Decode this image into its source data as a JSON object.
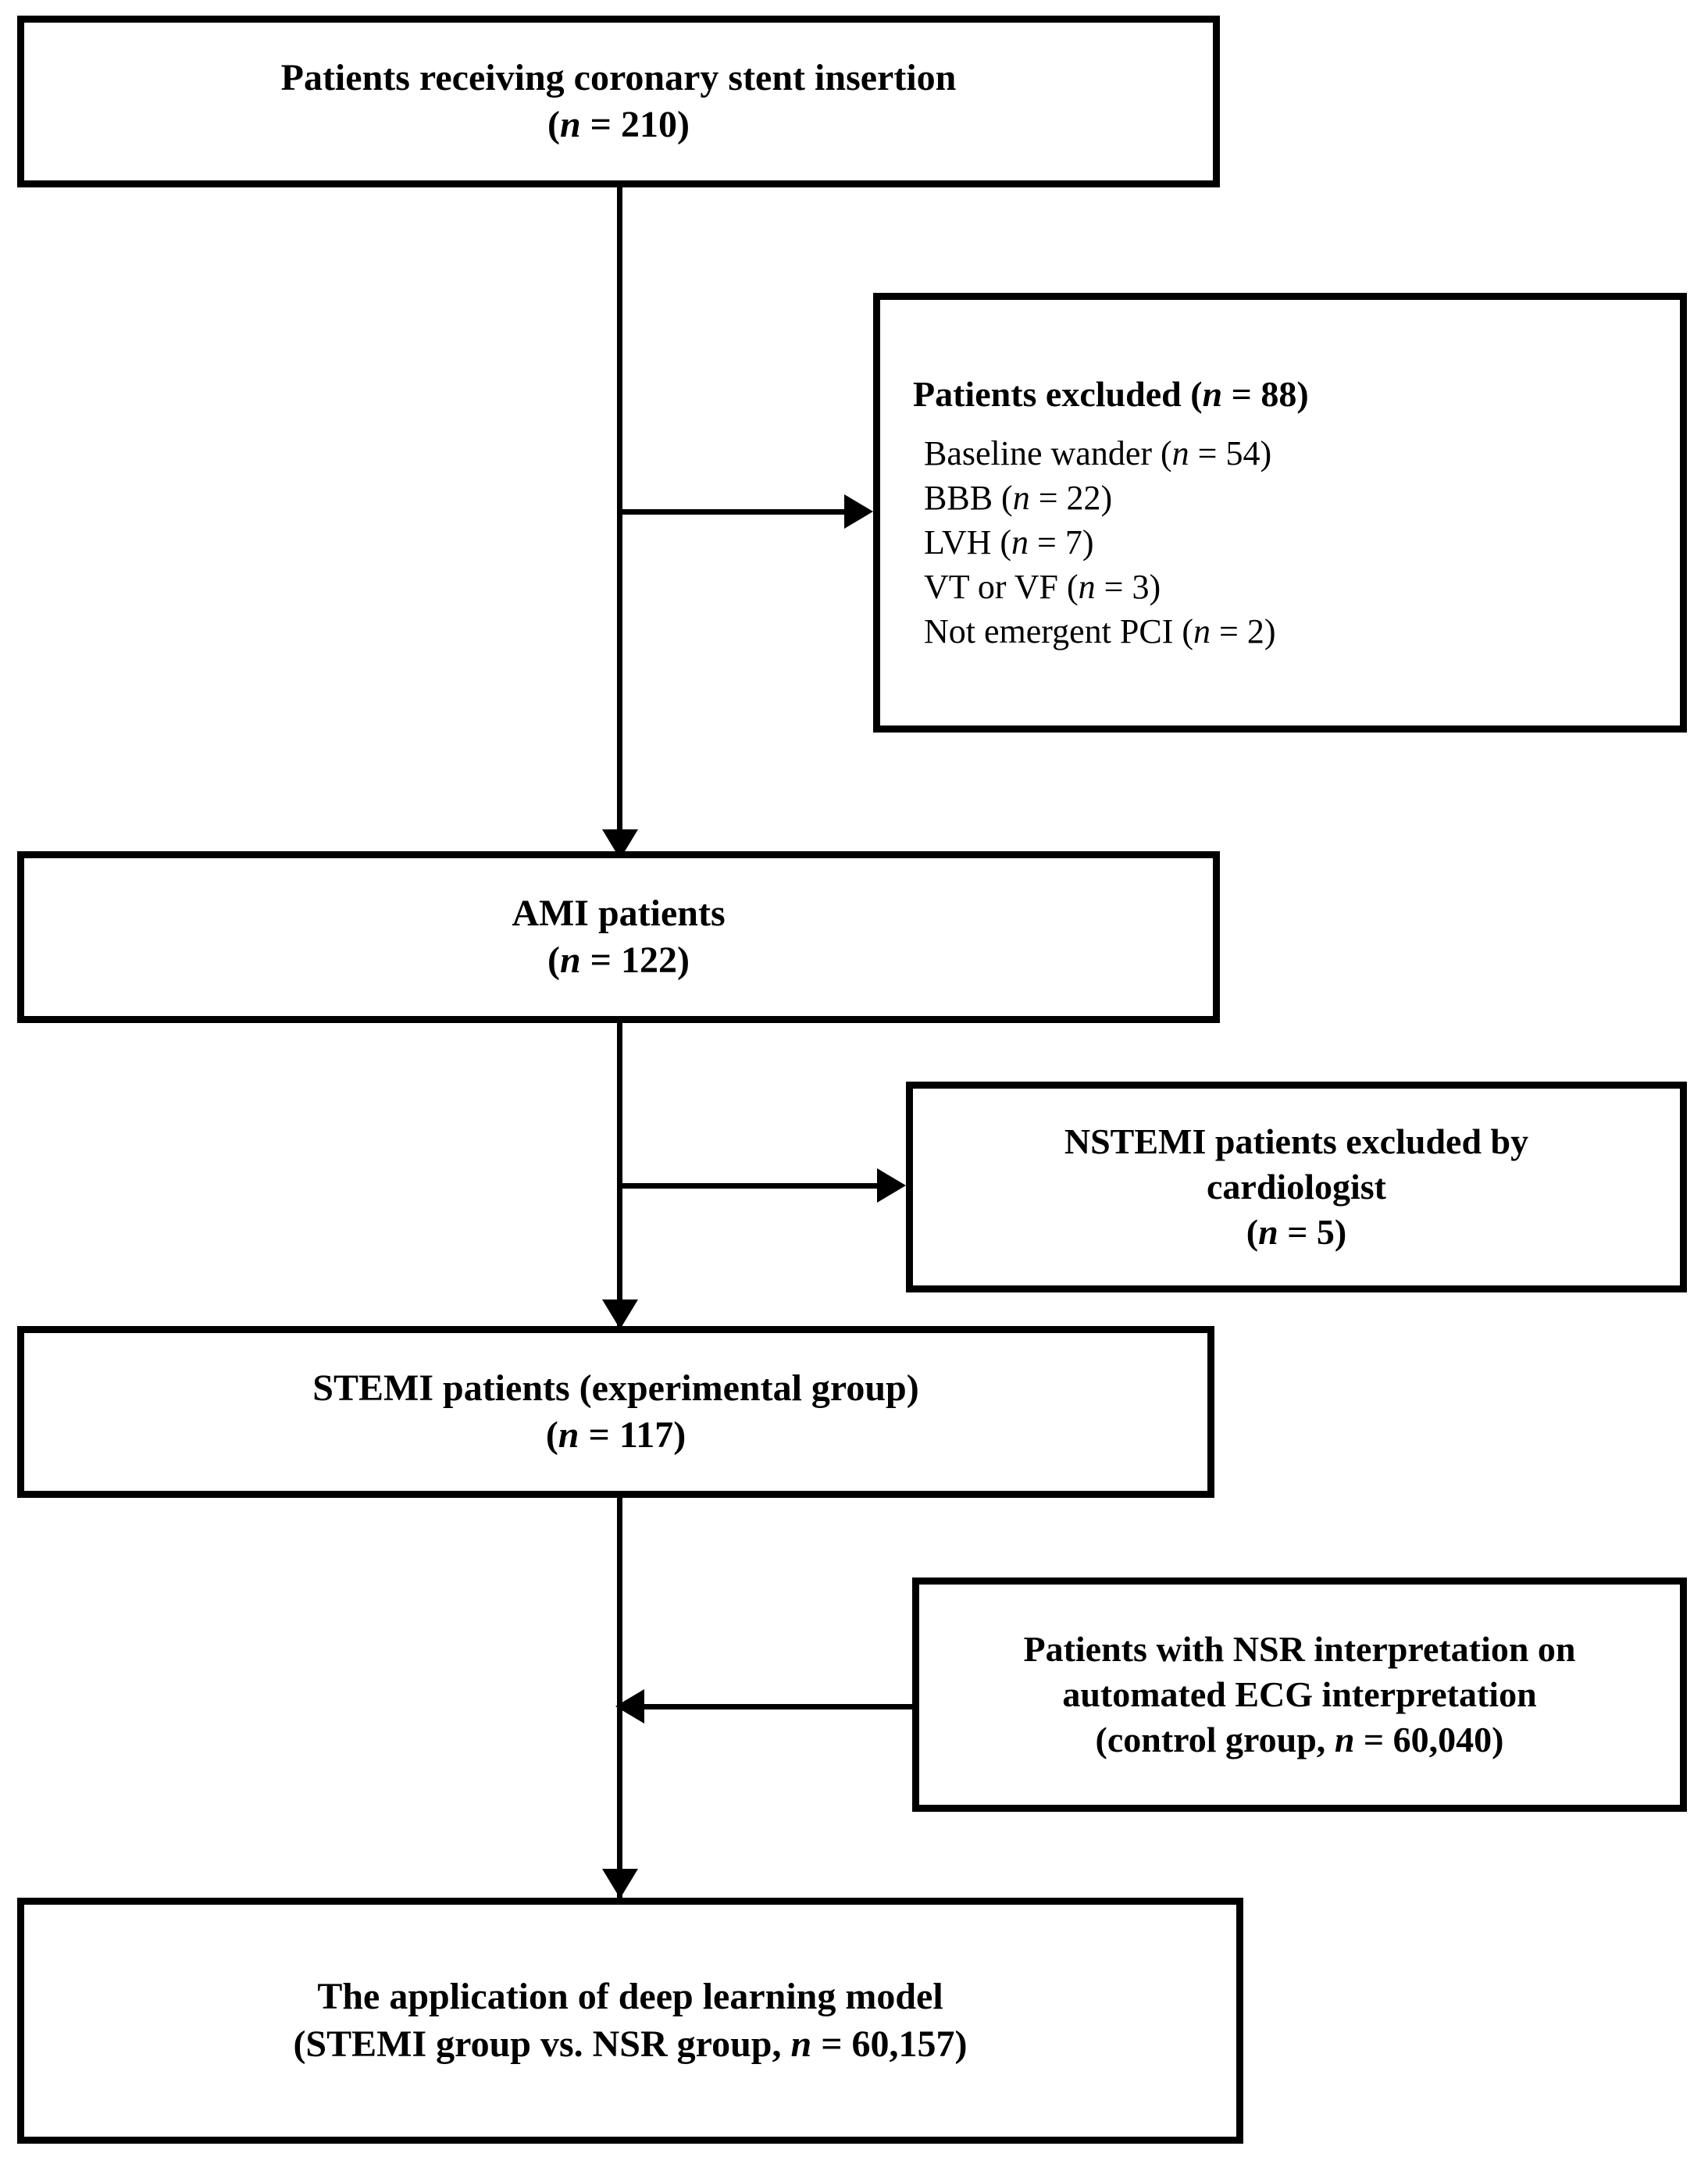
{
  "diagram": {
    "type": "flowchart",
    "title": "Patient enrollment flow diagram",
    "accent_color": "#000000",
    "background_color": "#FFFFFF",
    "nodes": {
      "enrolled": {
        "line1": "Patients receiving coronary stent insertion",
        "line2_pre": "(",
        "line2_n": "n",
        "line2_post": " = 210)"
      },
      "excluded": {
        "head_pre": "Patients excluded (",
        "head_n": "n",
        "head_post": " = 88)",
        "items": [
          {
            "label": "Baseline wander (",
            "n": "n",
            "value": " = 54)"
          },
          {
            "label": "BBB (",
            "n": "n",
            "value": " = 22)"
          },
          {
            "label": "LVH (",
            "n": "n",
            "value": " = 7)"
          },
          {
            "label": "VT or VF (",
            "n": "n",
            "value": " = 3)"
          },
          {
            "label": "Not emergent PCI (",
            "n": "n",
            "value": " = 2)"
          }
        ]
      },
      "ami": {
        "line1": "AMI patients",
        "line2_pre": "(",
        "line2_n": "n",
        "line2_post": " = 122)"
      },
      "nstemi_excluded": {
        "line1": "NSTEMI patients excluded by",
        "line2": "cardiologist",
        "line3_pre": "(",
        "line3_n": "n",
        "line3_post": " = 5)"
      },
      "stemi": {
        "line1": "STEMI patients (experimental group)",
        "line2_pre": "(",
        "line2_n": "n",
        "line2_post": " = 117)"
      },
      "nsr_control": {
        "line1": "Patients with NSR interpretation on",
        "line2": "automated ECG interpretation",
        "line3_pre": "(control group,  ",
        "line3_n": "n",
        "line3_post": " = 60,040)"
      },
      "model": {
        "line1": "The application of deep learning model",
        "line2_pre": "(STEMI group  vs.  NSR group, ",
        "line2_n": "n",
        "line2_post": " = 60,157)"
      }
    },
    "connectors": [
      {
        "name": "enrolled-to-ami",
        "direction": "down"
      },
      {
        "name": "trunk-to-excluded",
        "direction": "right"
      },
      {
        "name": "ami-to-stemi",
        "direction": "down"
      },
      {
        "name": "trunk-to-nstemi-excluded",
        "direction": "right"
      },
      {
        "name": "stemi-to-model",
        "direction": "down"
      },
      {
        "name": "nsr-control-to-trunk",
        "direction": "left"
      }
    ]
  }
}
